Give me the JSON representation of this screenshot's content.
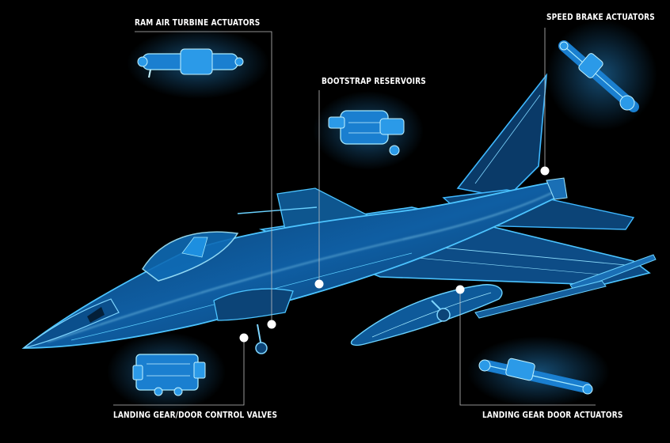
{
  "labels": {
    "ram_air_turbine": "RAM AIR TURBINE ACTUATORS",
    "speed_brake": "SPEED BRAKE ACTUATORS",
    "bootstrap": "BOOTSTRAP RESERVOIRS",
    "landing_gear_valves": "LANDING GEAR/DOOR CONTROL VALVES",
    "landing_gear_door": "LANDING GEAR DOOR ACTUATORS"
  },
  "colors": {
    "background": "#000000",
    "hologram": "#2ea8ff",
    "hologram_bright": "#9fe8ff",
    "marker": "#ffffff",
    "leader_line": "#bfbfbf"
  }
}
